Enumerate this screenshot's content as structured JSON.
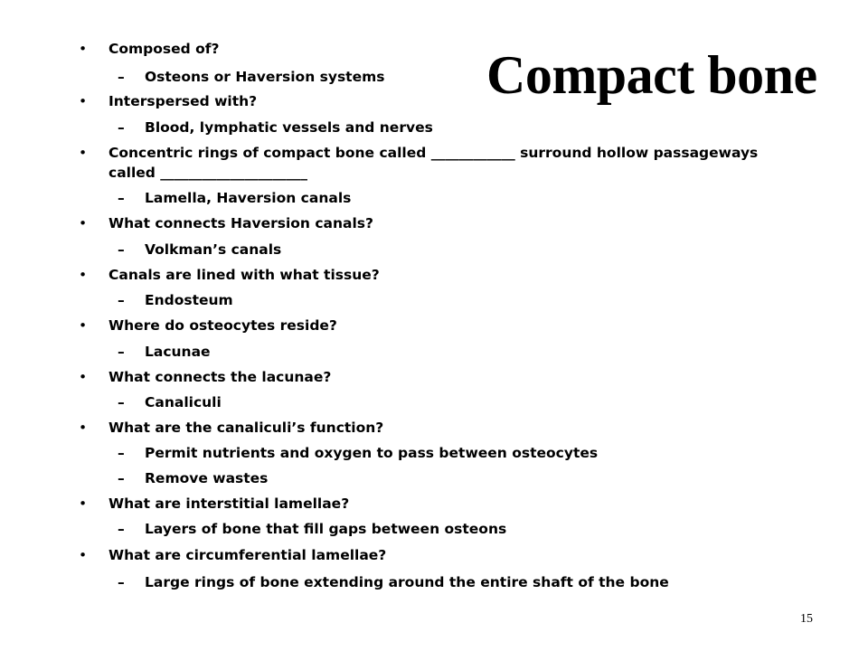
{
  "slide": {
    "title": "Compact bone",
    "page_number": "15",
    "items": [
      {
        "level": 1,
        "text": "Composed  of?"
      },
      {
        "level": 2,
        "text": "Osteons or Haversion systems"
      },
      {
        "level": 1,
        "text": "Interspersed with?"
      },
      {
        "level": 2,
        "text": "Blood, lymphatic vessels and nerves"
      },
      {
        "level": 1,
        "text": "Concentric rings of compact bone called ____________  surround hollow passageways called _____________________"
      },
      {
        "level": 2,
        "text": "Lamella, Haversion canals"
      },
      {
        "level": 1,
        "text": "What connects Haversion canals?"
      },
      {
        "level": 2,
        "text": "Volkman’s  canals"
      },
      {
        "level": 1,
        "text": "Canals are lined with what tissue?"
      },
      {
        "level": 2,
        "text": "Endosteum"
      },
      {
        "level": 1,
        "text": "Where do osteocytes reside?"
      },
      {
        "level": 2,
        "text": "Lacunae"
      },
      {
        "level": 1,
        "text": "What connects the lacunae?"
      },
      {
        "level": 2,
        "text": "Canaliculi"
      },
      {
        "level": 1,
        "text": "What are the canaliculi’s  function?"
      },
      {
        "level": 2,
        "text": "Permit nutrients and oxygen to pass between osteocytes"
      },
      {
        "level": 2,
        "text": "Remove wastes"
      },
      {
        "level": 1,
        "text": "What are interstitial lamellae?"
      },
      {
        "level": 2,
        "text": "Layers of bone that fill gaps between osteons"
      },
      {
        "level": 1,
        "text": "What are circumferential lamellae?"
      },
      {
        "level": 2,
        "text": "Large rings of bone extending around the entire shaft of the bone"
      }
    ]
  }
}
